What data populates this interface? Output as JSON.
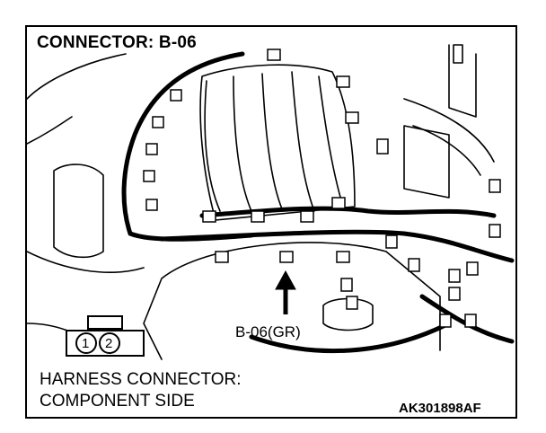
{
  "title": "CONNECTOR: B-06",
  "callout": "B-06(GR)",
  "caption": {
    "line1": "HARNESS CONNECTOR:",
    "line2": "COMPONENT SIDE"
  },
  "figure_id": "AK301898AF",
  "connector_pins": [
    "1",
    "2"
  ],
  "colors": {
    "ink": "#000000",
    "paper": "#ffffff"
  }
}
